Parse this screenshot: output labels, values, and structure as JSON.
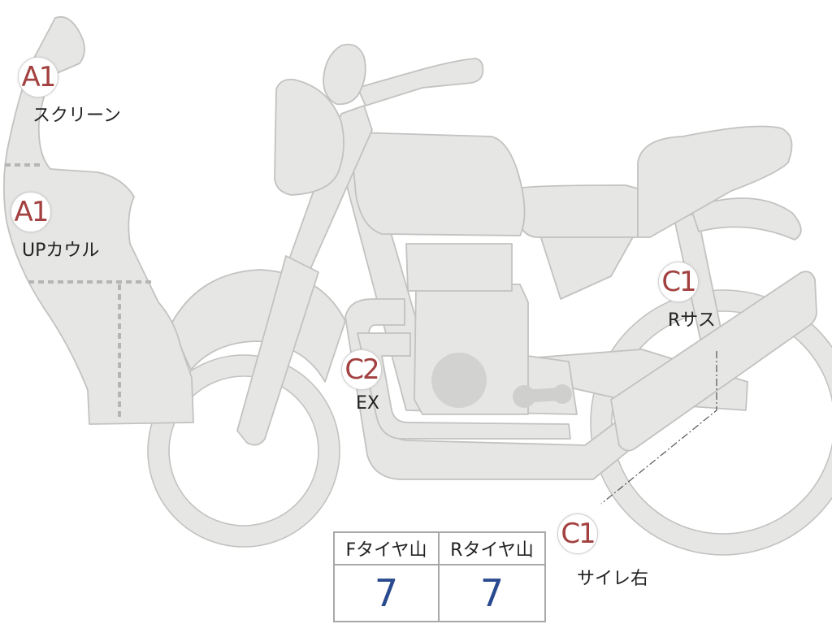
{
  "colors": {
    "part_fill": "#e6e6e4",
    "part_outline": "#c2c2c0",
    "grade_text": "#a34040",
    "tread_value": "#2a4a8f"
  },
  "callouts": [
    {
      "grade": "A1",
      "label": "スクリーン"
    },
    {
      "grade": "A1",
      "label": "UPカウル"
    },
    {
      "grade": "C2",
      "label": "EX"
    },
    {
      "grade": "C1",
      "label": "Rサス"
    },
    {
      "grade": "C1",
      "label": "サイレ右"
    }
  ],
  "tread": {
    "front": {
      "header": "Fタイヤ山",
      "value": "7"
    },
    "rear": {
      "header": "Rタイヤ山",
      "value": "7"
    }
  }
}
